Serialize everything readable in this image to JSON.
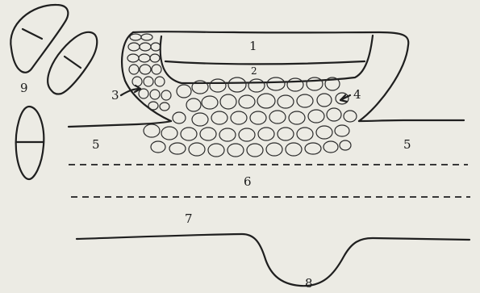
{
  "labels": {
    "n1": "1",
    "n2": "2",
    "n3": "3",
    "n4": "4",
    "n5_left": "5",
    "n5_right": "5",
    "n6": "6",
    "n7": "7",
    "n8": "8",
    "n9": "9"
  }
}
